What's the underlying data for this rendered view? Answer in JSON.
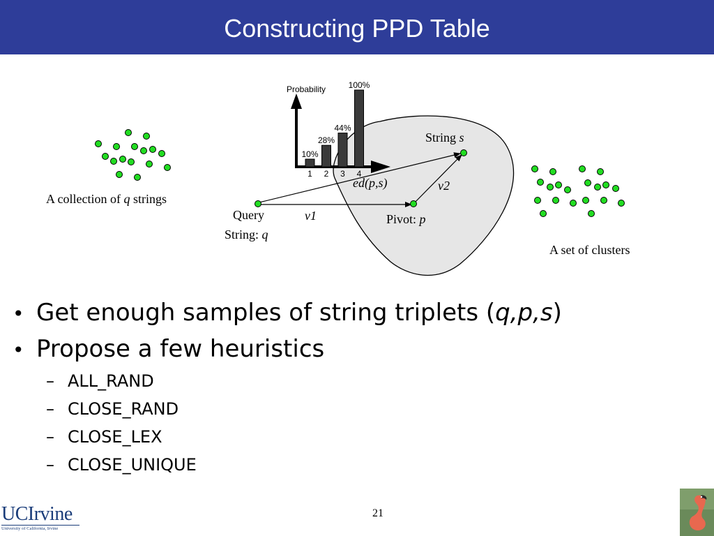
{
  "title": "Constructing PPD Table",
  "chart_data": {
    "type": "bar",
    "categories": [
      "1",
      "2",
      "3",
      "4"
    ],
    "values": [
      10,
      28,
      44,
      100
    ],
    "labels": [
      "10%",
      "28%",
      "44%",
      "100%"
    ],
    "ylabel": "Probability",
    "xlabel": "",
    "ylim": [
      0,
      100
    ]
  },
  "diagram": {
    "collection_label": {
      "prefix": "A collection of ",
      "var": "q",
      "suffix": " strings"
    },
    "clusters_label": "A set of clusters",
    "query_label": {
      "line1": "Query",
      "line2_prefix": "String: ",
      "var": "q"
    },
    "pivot_label": {
      "prefix": "Pivot: ",
      "var": "p"
    },
    "string_label": {
      "prefix": "String ",
      "var": "s"
    },
    "v1": "v1",
    "v2": "v2",
    "ed": "ed(p,s)"
  },
  "bullets": [
    {
      "prefix": "Get enough samples of string triplets (",
      "italic": "q,p,s",
      "suffix": ")"
    },
    {
      "text": "Propose a few heuristics"
    }
  ],
  "heuristics": [
    "ALL_RAND",
    "CLOSE_RAND",
    "CLOSE_LEX",
    "CLOSE_UNIQUE"
  ],
  "bullet_symbol": "•",
  "dash_symbol": "–",
  "page_number": "21",
  "logo": {
    "name": "UCIrvine",
    "subtitle": "University of California, Irvine"
  },
  "colors": {
    "title_bar": "#2e3d99",
    "dot_fill": "#22dd22",
    "bar_fill": "#3a3a3a",
    "region_fill": "#e6e6e6"
  }
}
